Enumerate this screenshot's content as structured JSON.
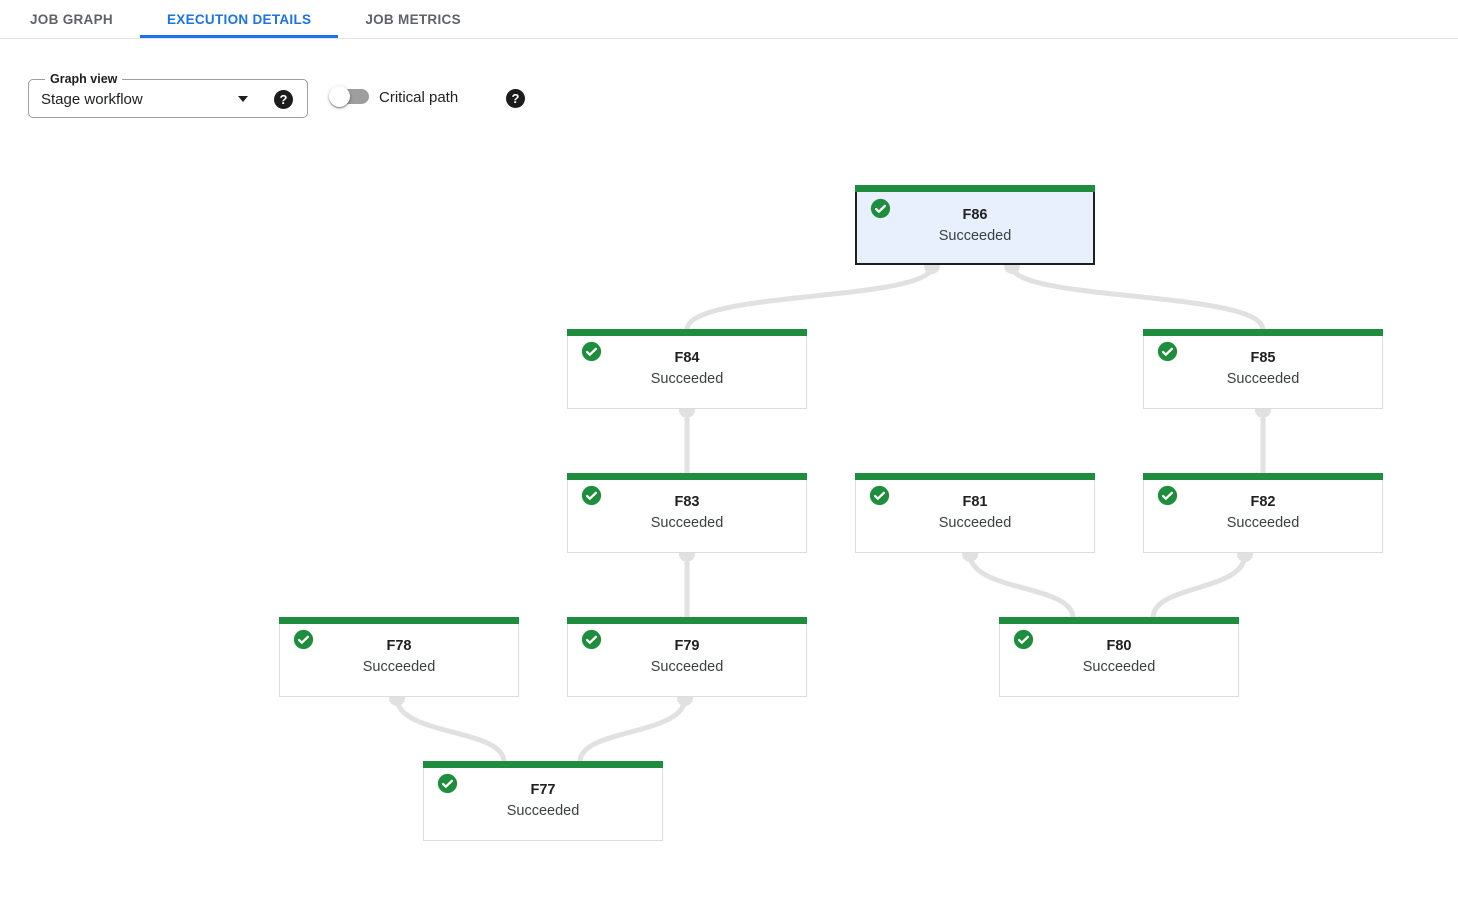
{
  "tabs": {
    "items": [
      {
        "label": "JOB GRAPH",
        "active": false
      },
      {
        "label": "EXECUTION DETAILS",
        "active": true
      },
      {
        "label": "JOB METRICS",
        "active": false
      }
    ]
  },
  "controls": {
    "graph_view_label": "Graph view",
    "graph_view_value": "Stage workflow",
    "critical_path_label": "Critical path",
    "critical_path_enabled": false,
    "help_glyph": "?"
  },
  "colors": {
    "accent_blue": "#1a73e8",
    "status_green": "#1e8e3e",
    "selected_node_bg": "#e8f0fe",
    "edge_gray": "#e1e1e1"
  },
  "graph": {
    "nodes": [
      {
        "id": "F86",
        "status": "Succeeded",
        "selected": true
      },
      {
        "id": "F84",
        "status": "Succeeded",
        "selected": false
      },
      {
        "id": "F85",
        "status": "Succeeded",
        "selected": false
      },
      {
        "id": "F83",
        "status": "Succeeded",
        "selected": false
      },
      {
        "id": "F81",
        "status": "Succeeded",
        "selected": false
      },
      {
        "id": "F82",
        "status": "Succeeded",
        "selected": false
      },
      {
        "id": "F78",
        "status": "Succeeded",
        "selected": false
      },
      {
        "id": "F79",
        "status": "Succeeded",
        "selected": false
      },
      {
        "id": "F80",
        "status": "Succeeded",
        "selected": false
      },
      {
        "id": "F77",
        "status": "Succeeded",
        "selected": false
      }
    ],
    "edges": [
      {
        "from": "F86",
        "to": "F84"
      },
      {
        "from": "F86",
        "to": "F85"
      },
      {
        "from": "F84",
        "to": "F83"
      },
      {
        "from": "F85",
        "to": "F82"
      },
      {
        "from": "F83",
        "to": "F79"
      },
      {
        "from": "F81",
        "to": "F80"
      },
      {
        "from": "F82",
        "to": "F80"
      },
      {
        "from": "F78",
        "to": "F77"
      },
      {
        "from": "F79",
        "to": "F77"
      }
    ]
  }
}
